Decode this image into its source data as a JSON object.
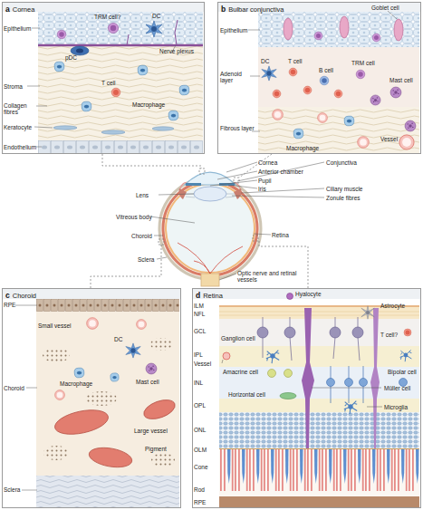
{
  "diagram": {
    "nodes": [
      {
        "text": [
          "a",
          "Cornea"
        ]
      },
      {
        "text": [
          "b",
          "Bulbar conjunctiva"
        ]
      },
      {
        "text": [
          "c",
          "Choroid"
        ]
      },
      {
        "text": [
          "d",
          "Retina"
        ]
      }
    ],
    "labels": [
      "Epithelium",
      "TRM cell?",
      "DC",
      "pDC",
      "Nerve plexus",
      "Stroma",
      "T cell",
      "Macrophage",
      "Collagen fibres",
      "Keratocyte",
      "Endothelium",
      "Goblet cell",
      "Epithelium",
      "Adenoid layer",
      "DC",
      "T cell",
      "B cell",
      "TRM cell",
      "Mast cell",
      "Macrophage",
      "Fibrous layer",
      "Vessel",
      "Cornea",
      "Conjunctiva",
      "Anterior chamber",
      "Pupil",
      "Iris",
      "Ciliary muscle",
      "Lens",
      "Zonule fibres",
      "Vitreous body",
      "Choroid",
      "Retina",
      "Sclera",
      "Optic nerve and retinal vessels",
      "RPE",
      "Small vessel",
      "DC",
      "Choroid",
      "Macrophage",
      "Mast cell",
      "Large vessel",
      "Pigment",
      "Sclera",
      "Hyalocyte",
      "Astrocyte",
      "ILM",
      "NFL",
      "GCL",
      "Ganglion cell",
      "T cell?",
      "IPL",
      "Vessel",
      "Amacrine cell",
      "Bipolar cell",
      "INL",
      "Horizontal cell",
      "Müller cell",
      "OPL",
      "Microglia",
      "ONL",
      "OLM",
      "Cone",
      "Rod",
      "RPE"
    ]
  }
}
